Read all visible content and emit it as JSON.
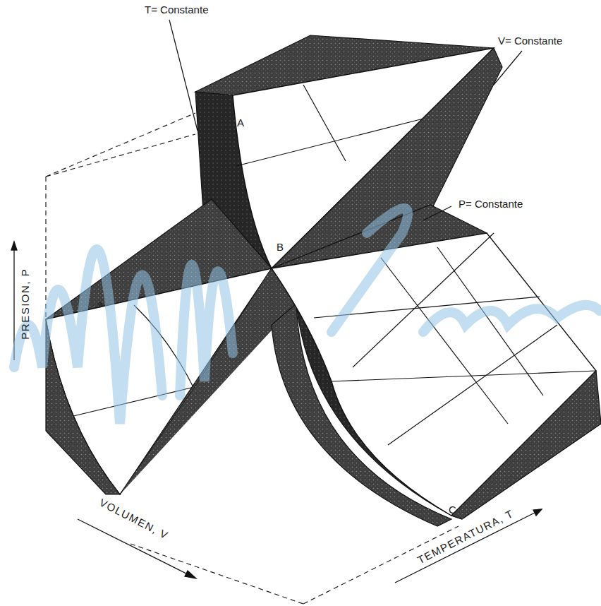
{
  "diagram": {
    "labels": [
      "T= Constante",
      "V= Constante",
      "P= Constante",
      "A",
      "B",
      "a",
      "C",
      "PRESION, P",
      "VOLUMEN, V",
      "TEMPERATURA, T"
    ]
  }
}
